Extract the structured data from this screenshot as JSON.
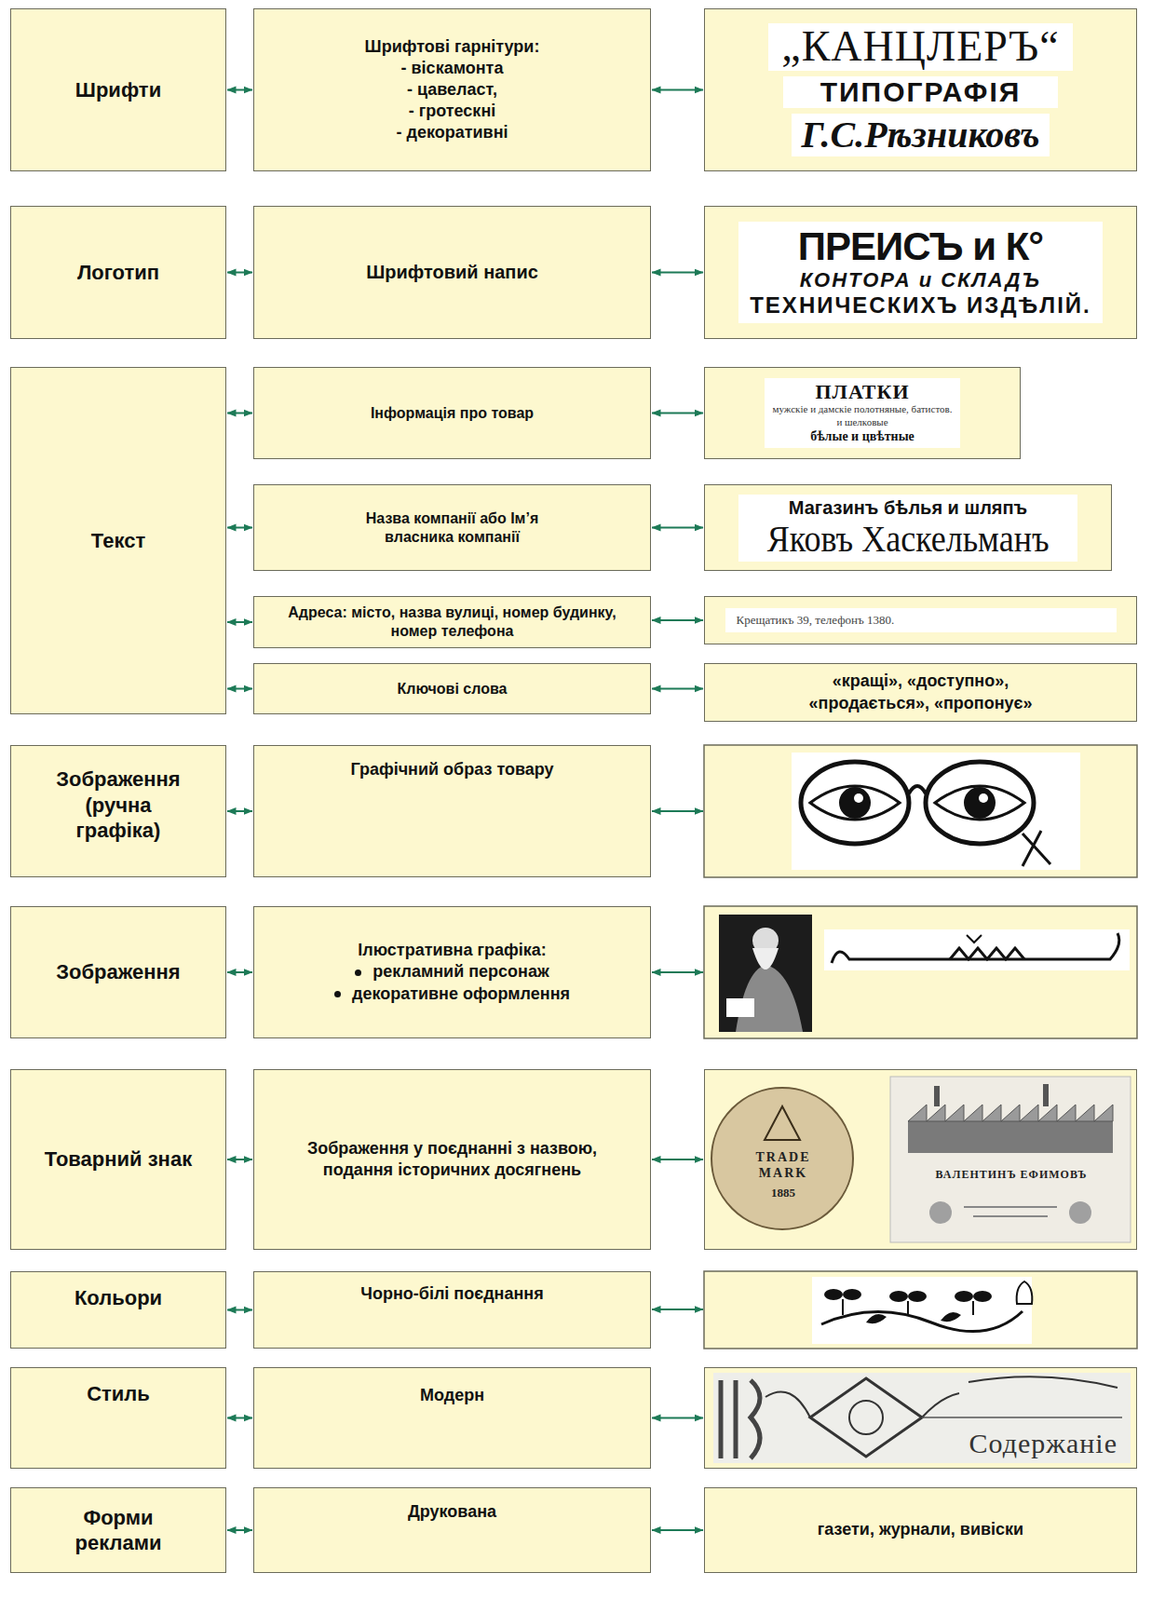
{
  "diagram": {
    "nodes": [
      {
        "text": [
          "Шрифти"
        ]
      },
      {
        "text": [
          "Шрифтові гарнітури:",
          "- віскамонта",
          "- цавеласт,",
          "- гротескні",
          "- декоративні"
        ]
      },
      {
        "text": [
          "„КАНЦЛЕРЪ“",
          "ТИПОГРАФІЯ",
          "Г.С.Рѣзниковъ"
        ]
      },
      {
        "text": [
          "Логотип"
        ]
      },
      {
        "text": [
          "Шрифтовий напис"
        ]
      },
      {
        "text": [
          "ПРЕИСЪ и К°",
          "КОНТОРА и СКЛАДЪ",
          "ТЕХНИЧЕСКИХЪ ИЗДѢЛІЙ."
        ]
      },
      {
        "text": [
          "Текст"
        ]
      },
      {
        "text": [
          "Інформація про товар"
        ]
      },
      {
        "text": [
          "ПЛАТКИ",
          "мужскіе и дамскіе полотняные, батистов. и шелковые",
          "бѣлые и цвѣтные"
        ]
      },
      {
        "text": [
          "Назва компанії або Ім’я власника компанії"
        ]
      },
      {
        "text": [
          "Магазинъ бѣлья и шляпъ",
          "Яковъ Хаскельманъ"
        ]
      },
      {
        "text": [
          "Адреса: місто, назва вулиці, номер будинку, номер телефона"
        ]
      },
      {
        "text": [
          "Крещатикъ 39, телефонъ 1380."
        ]
      },
      {
        "text": [
          "Ключові слова"
        ]
      },
      {
        "text": [
          "«кращі», «доступно», «продається», «пропонує»"
        ]
      },
      {
        "text": [
          "Зображення (ручна графіка)"
        ]
      },
      {
        "text": [
          "Графічний образ товару"
        ]
      },
      {
        "text": [
          "Зображення"
        ]
      },
      {
        "text": [
          "Ілюстративна графіка:",
          "рекламний персонаж",
          "декоративне оформлення"
        ]
      },
      {
        "text": [
          "Товарний знак"
        ]
      },
      {
        "text": [
          "Зображення у поєднанні з назвою, подання історичних досягнень"
        ]
      },
      {
        "text": [
          "TRADE",
          "MARK",
          "1885",
          "ВАЛЕНТИНЪ ЕФИМОВЪ"
        ]
      },
      {
        "text": [
          "Кольори"
        ]
      },
      {
        "text": [
          "Чорно-білі поєднання"
        ]
      },
      {
        "text": [
          "Стиль"
        ]
      },
      {
        "text": [
          "Модерн"
        ]
      },
      {
        "text": [
          "Содержаніе"
        ]
      },
      {
        "text": [
          "Форми реклами"
        ]
      },
      {
        "text": [
          "Друкована"
        ]
      },
      {
        "text": [
          "газети, журнали, вивіски"
        ]
      }
    ],
    "edges": [
      {
        "from": 0,
        "to": 1,
        "arrow": "both"
      },
      {
        "from": 1,
        "to": 2,
        "arrow": "both"
      },
      {
        "from": 3,
        "to": 4,
        "arrow": "both"
      },
      {
        "from": 4,
        "to": 5,
        "arrow": "both"
      },
      {
        "from": 6,
        "to": 7,
        "arrow": "both"
      },
      {
        "from": 7,
        "to": 8,
        "arrow": "both"
      },
      {
        "from": 6,
        "to": 9,
        "arrow": "both"
      },
      {
        "from": 9,
        "to": 10,
        "arrow": "both"
      },
      {
        "from": 6,
        "to": 11,
        "arrow": "both"
      },
      {
        "from": 11,
        "to": 12,
        "arrow": "both"
      },
      {
        "from": 6,
        "to": 13,
        "arrow": "both"
      },
      {
        "from": 13,
        "to": 14,
        "arrow": "both"
      },
      {
        "from": 15,
        "to": 16,
        "arrow": "both"
      },
      {
        "from": 17,
        "to": 18,
        "arrow": "both"
      },
      {
        "from": 19,
        "to": 20,
        "arrow": "both"
      },
      {
        "from": 20,
        "to": 21,
        "arrow": "both"
      },
      {
        "from": 22,
        "to": 23,
        "arrow": "both"
      },
      {
        "from": 24,
        "to": 25,
        "arrow": "both"
      },
      {
        "from": 25,
        "to": 26,
        "arrow": "both"
      },
      {
        "from": 27,
        "to": 28,
        "arrow": "both"
      },
      {
        "from": 28,
        "to": 29,
        "arrow": "both"
      }
    ]
  }
}
